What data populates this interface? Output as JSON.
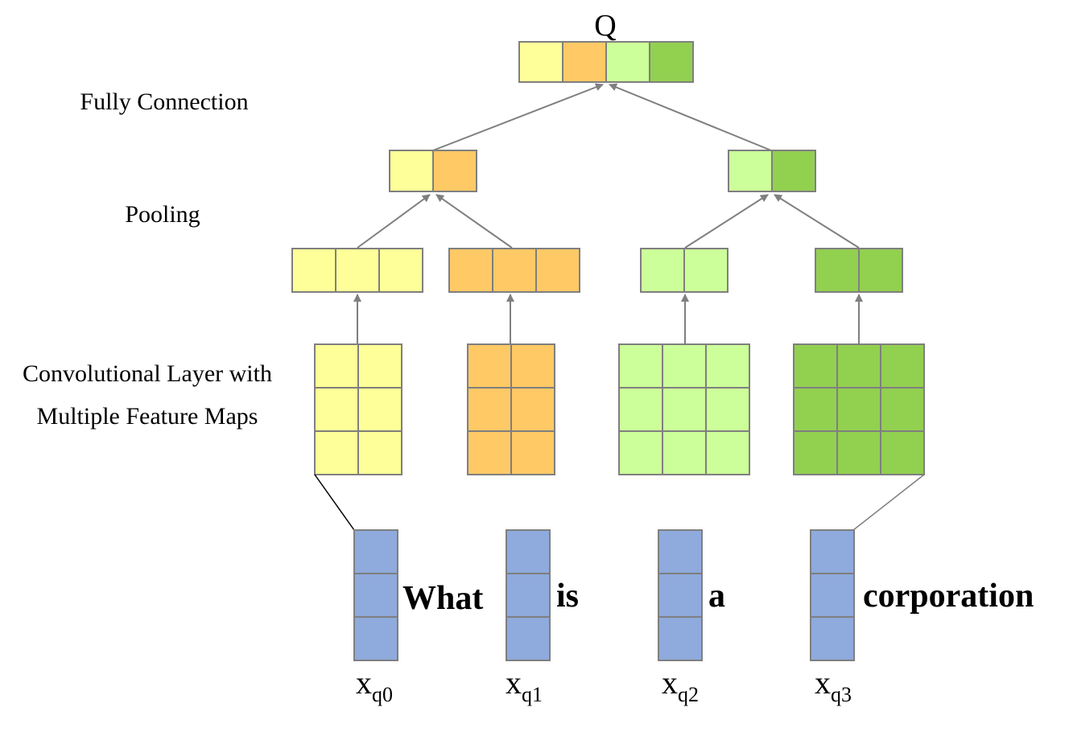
{
  "labels": {
    "output": "Q",
    "fully_connection": "Fully Connection",
    "pooling": "Pooling",
    "conv_line1": "Convolutional Layer with",
    "conv_line2": "Multiple Feature Maps"
  },
  "words": [
    {
      "text": "What",
      "var": "x",
      "sub": "q0",
      "color": "#8faadc"
    },
    {
      "text": "is",
      "var": "x",
      "sub": "q1",
      "color": "#8faadc"
    },
    {
      "text": "a",
      "var": "x",
      "sub": "q2",
      "color": "#8faadc"
    },
    {
      "text": "corporation",
      "var": "x",
      "sub": "q3",
      "color": "#8faadc"
    }
  ],
  "colors": {
    "yellow": "#ffff99",
    "orange": "#ffc966",
    "light_green": "#ccff99",
    "green": "#92d050",
    "word_vector": "#8faadc",
    "stroke": "#7f7f7f"
  },
  "feature_maps": [
    {
      "color": "yellow",
      "rows": 3,
      "cols": 2,
      "pooled_cells": 3
    },
    {
      "color": "orange",
      "rows": 3,
      "cols": 2,
      "pooled_cells": 3
    },
    {
      "color": "light_green",
      "rows": 3,
      "cols": 3,
      "pooled_cells": 2
    },
    {
      "color": "green",
      "rows": 3,
      "cols": 3,
      "pooled_cells": 2
    }
  ],
  "pooling_outputs": [
    [
      "yellow",
      "orange"
    ],
    [
      "light_green",
      "green"
    ]
  ],
  "output_vector": [
    "yellow",
    "orange",
    "light_green",
    "green"
  ]
}
